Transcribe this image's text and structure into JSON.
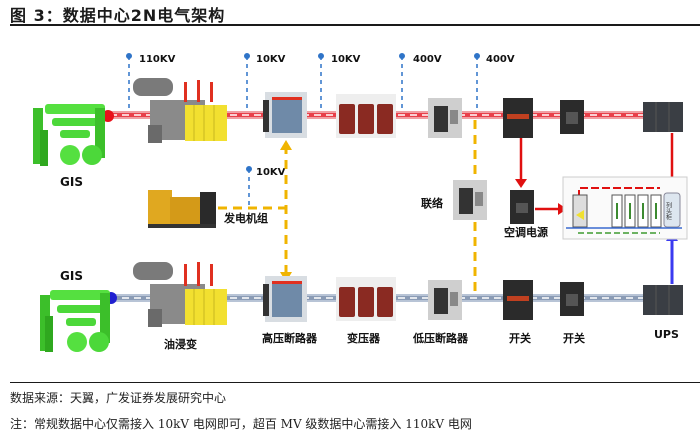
{
  "figure": {
    "title": "图 3：数据中心2N电气架构",
    "source": "数据来源：天翼，广发证券发展研究中心",
    "note": "注：常规数据中心仅需接入 10kV 电网即可，超百 MV 级数据中心需接入 110kV 电网"
  },
  "voltage_markers": [
    "110KV",
    "10KV",
    "10KV",
    "400V",
    "400V",
    "10KV"
  ],
  "labels": {
    "gis_top": "GIS",
    "gis_bottom": "GIS",
    "generator": "发电机组",
    "tie": "联络",
    "ac_power": "空调电源",
    "oil_transformer": "油浸变",
    "hv_breaker": "高压断路器",
    "transformer": "变压器",
    "lv_breaker": "低压断路器",
    "switch1": "开关",
    "switch2": "开关",
    "ups": "UPS",
    "column_head": "列头柜"
  },
  "colors": {
    "busA": "#e8404a",
    "busB": "#8a9bb5",
    "sourceA": "#e8101a",
    "sourceB": "#2020d0",
    "marker": "#2f74c8",
    "generator_line": "#f0b400",
    "feed_red": "#e01010",
    "feed_blue": "#3a3af0",
    "gis_green": "#4cd83a"
  }
}
